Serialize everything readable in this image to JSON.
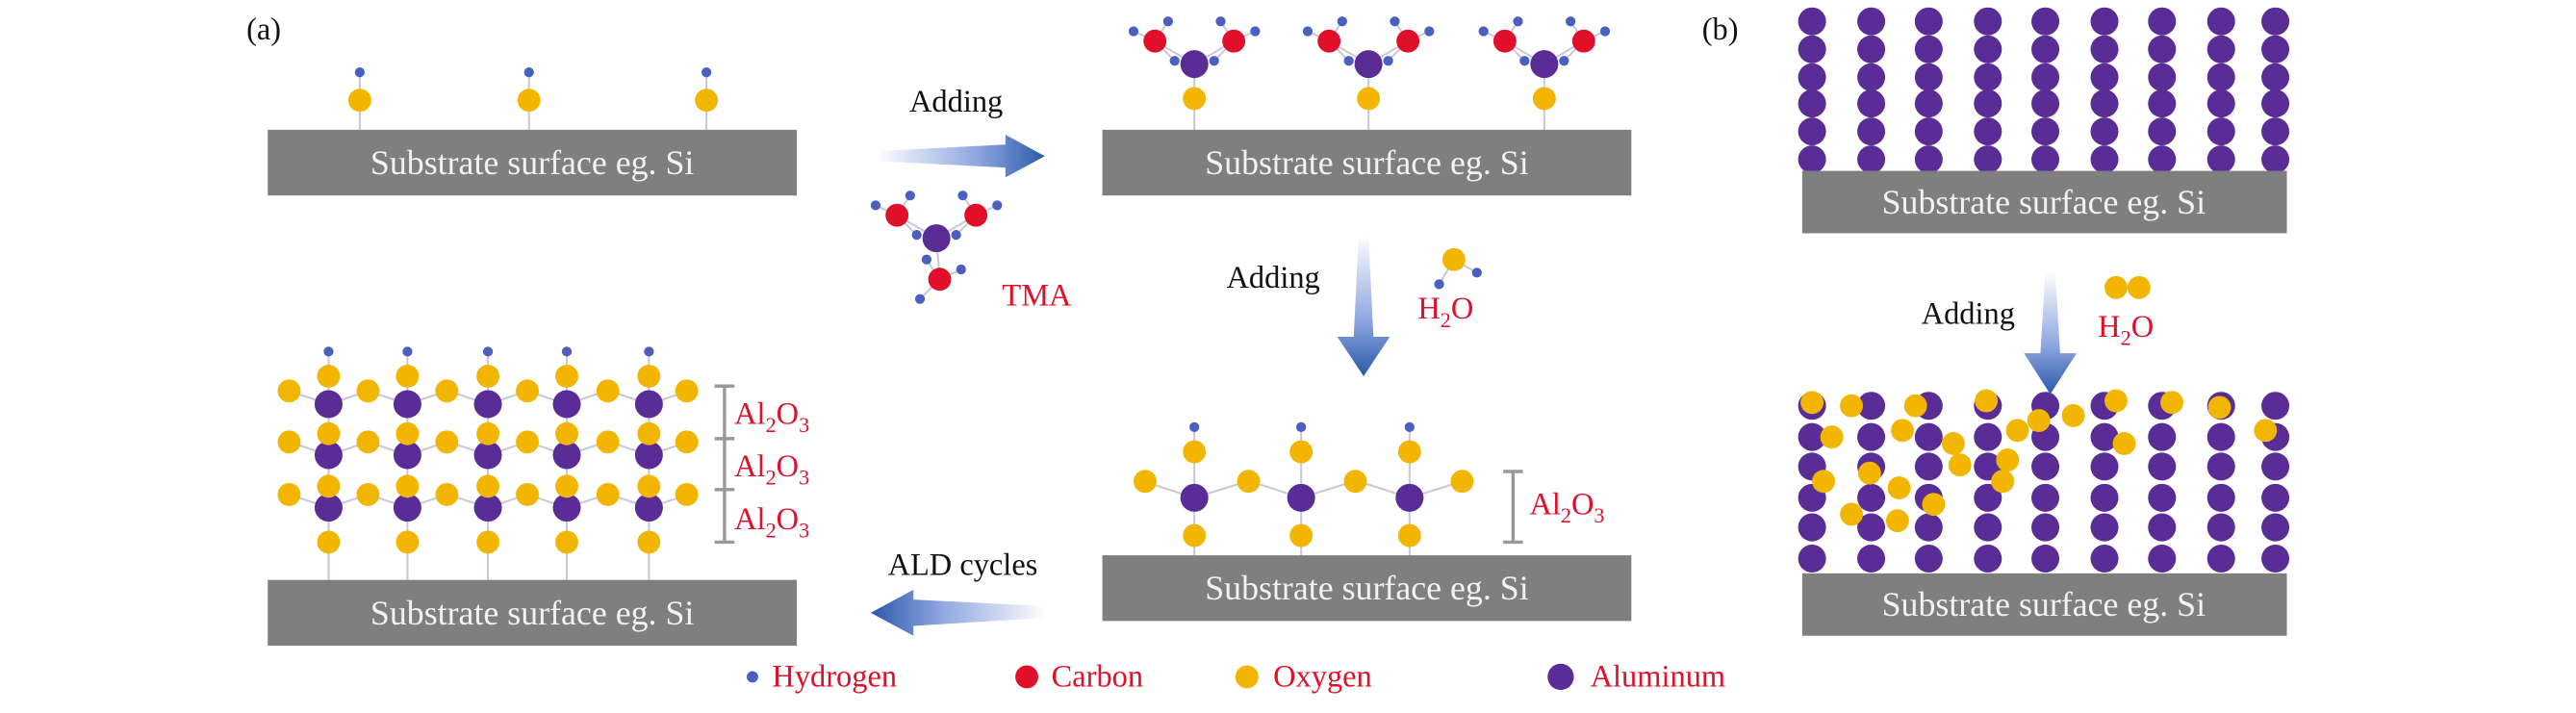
{
  "panel_labels": {
    "a": "(a)",
    "b": "(b)"
  },
  "substrate_label": "Substrate surface eg. Si",
  "steps": {
    "adding": "Adding",
    "ald_cycles": "ALD cycles"
  },
  "reagents": {
    "tma": "TMA",
    "water": {
      "h": "H",
      "sub": "2",
      "o": "O"
    }
  },
  "layer_label": {
    "al": "Al",
    "al_sub": "2",
    "o": "O",
    "o_sub": "3"
  },
  "legend": [
    {
      "label": "Hydrogen",
      "color": "#4a5fc0"
    },
    {
      "label": "Carbon",
      "color": "#e0102a"
    },
    {
      "label": "Oxygen",
      "color": "#f2b600"
    },
    {
      "label": "Aluminum",
      "color": "#5a2d96"
    }
  ],
  "colors": {
    "substrate": "#7f7f7f",
    "text_red": "#e0102a",
    "arrow": "#2a5aa8"
  }
}
